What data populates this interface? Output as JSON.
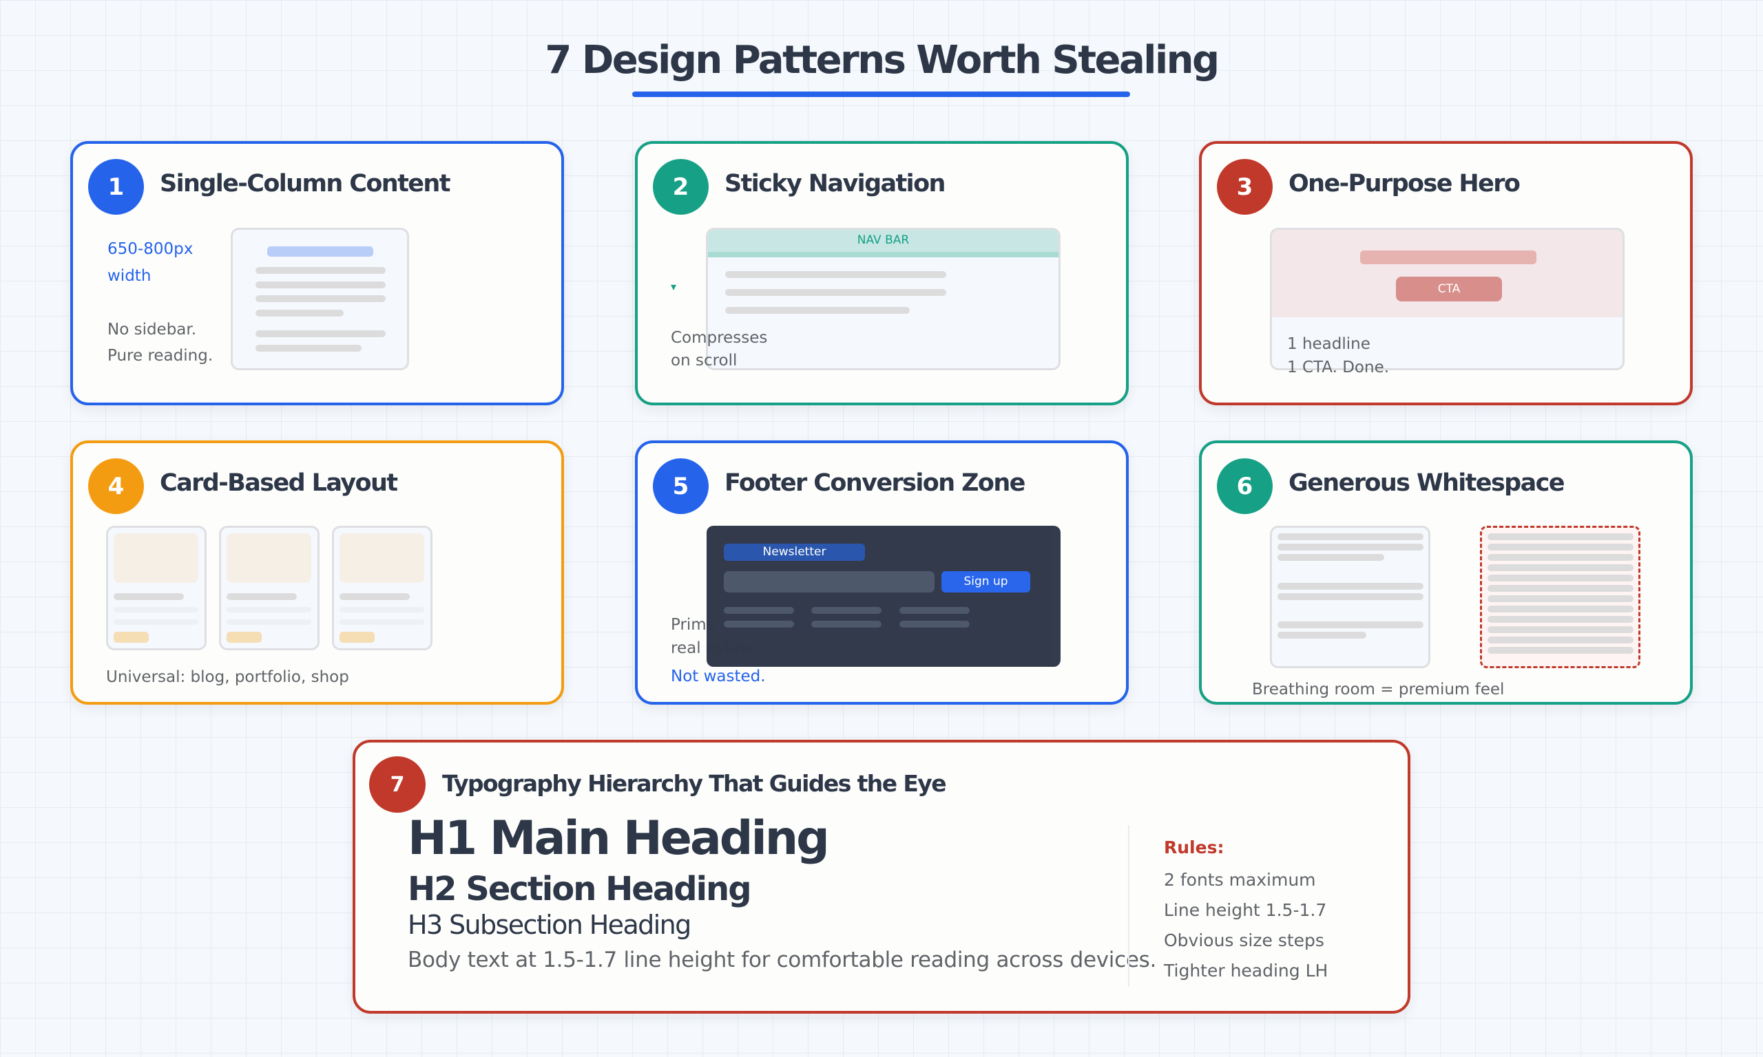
{
  "title": "7 Design Patterns Worth Stealing",
  "colors": {
    "blue": "#2563eb",
    "teal": "#16a085",
    "red": "#c0392b",
    "orange": "#f39c12",
    "text_dark": "#2d3748",
    "text_muted": "#5f6368"
  },
  "patterns": [
    {
      "number": "1",
      "title": "Single-Column Content",
      "accent": "blue",
      "notes": [
        "650-800px",
        "width",
        "No sidebar.",
        "Pure reading."
      ]
    },
    {
      "number": "2",
      "title": "Sticky Navigation",
      "accent": "teal",
      "mock_label": "NAV BAR",
      "indicator_icon": "▾",
      "notes": [
        "Compresses",
        "on scroll"
      ]
    },
    {
      "number": "3",
      "title": "One-Purpose Hero",
      "accent": "red",
      "mock_button": "CTA",
      "notes": [
        "1 headline",
        "1 CTA. Done."
      ]
    },
    {
      "number": "4",
      "title": "Card-Based Layout",
      "accent": "orange",
      "card_count": 3,
      "notes": [
        "Universal: blog, portfolio, shop"
      ]
    },
    {
      "number": "5",
      "title": "Footer Conversion Zone",
      "accent": "blue",
      "mock_label": "Newsletter",
      "mock_button": "Sign up",
      "notes": [
        "Prime",
        "real estate",
        "Not wasted."
      ]
    },
    {
      "number": "6",
      "title": "Generous Whitespace",
      "accent": "teal",
      "notes": [
        "Breathing room = premium feel"
      ]
    },
    {
      "number": "7",
      "title": "Typography Hierarchy That Guides the Eye",
      "accent": "red",
      "samples": {
        "h1": "H1 Main Heading",
        "h2": "H2 Section Heading",
        "h3": "H3 Subsection Heading",
        "body": "Body text at 1.5-1.7 line height for comfortable reading across devices."
      },
      "rules_title": "Rules:",
      "rules": [
        "2 fonts maximum",
        "Line height 1.5-1.7",
        "Obvious size steps",
        "Tighter heading LH"
      ]
    }
  ]
}
